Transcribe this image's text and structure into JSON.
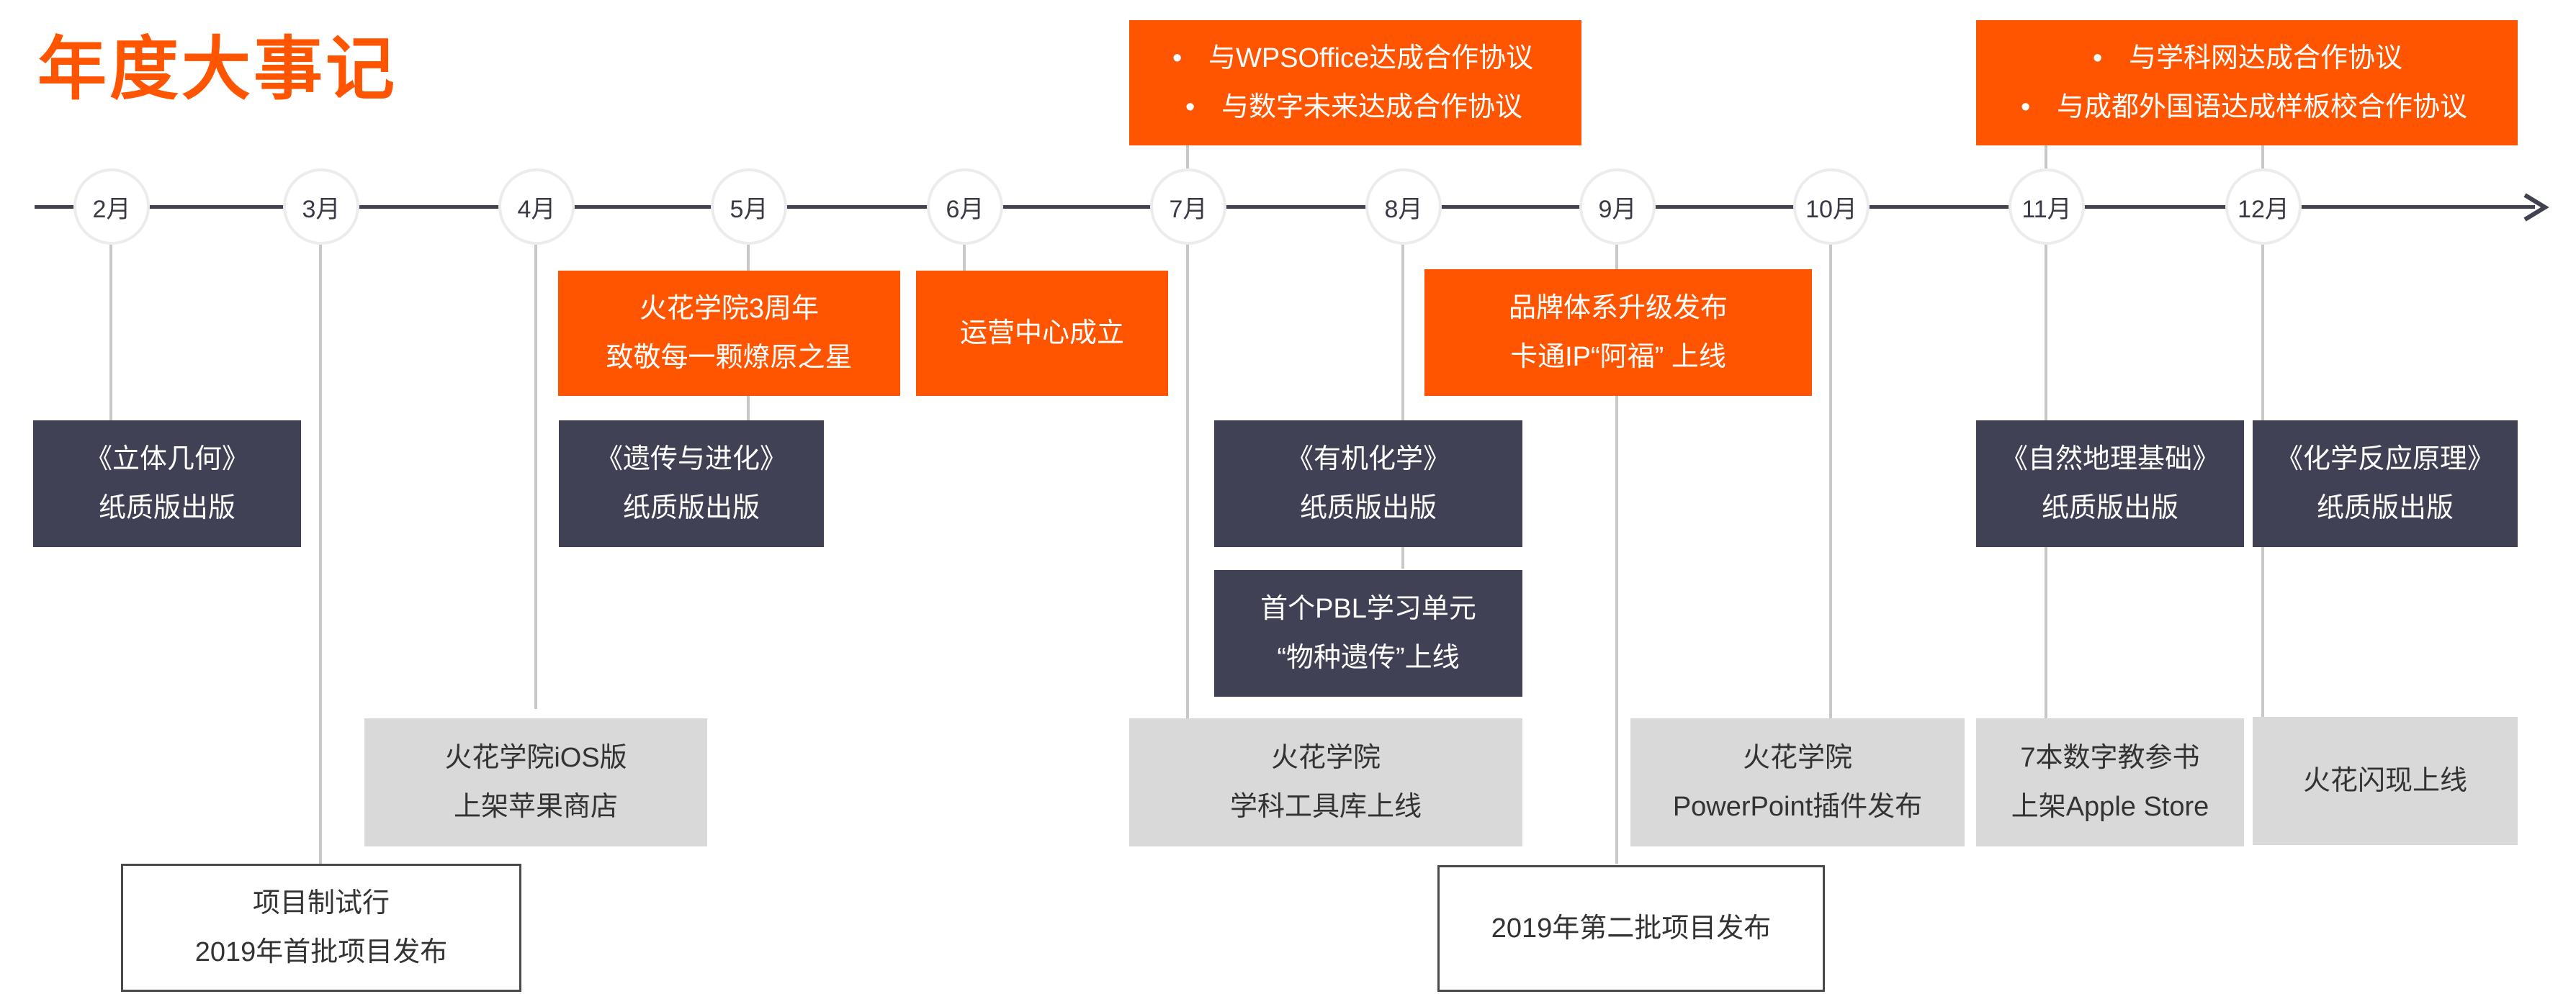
{
  "title": "年度大事记",
  "colors": {
    "accent": "#ff5500",
    "dark_box": "#414155",
    "grey_box": "#d9d9d9",
    "axis": "#41424f"
  },
  "months": [
    "2月",
    "3月",
    "4月",
    "5月",
    "6月",
    "7月",
    "8月",
    "9月",
    "10月",
    "11月",
    "12月"
  ],
  "events": {
    "feb_book": [
      "《立体几何》",
      "纸质版出版"
    ],
    "mar_pilot": [
      "项目制试行",
      "2019年首批项目发布"
    ],
    "apr_ios": [
      "火花学院iOS版",
      "上架苹果商店"
    ],
    "may_anniversary": [
      "火花学院3周年",
      "致敬每一颗燎原之星"
    ],
    "may_book": [
      "《遗传与进化》",
      "纸质版出版"
    ],
    "jun_ops": [
      "运营中心成立"
    ],
    "jul_partners": [
      "与WPSOffice达成合作协议",
      "与数字未来达成合作协议"
    ],
    "jul_toolbox": [
      "火花学院",
      "学科工具库上线"
    ],
    "aug_book": [
      "《有机化学》",
      "纸质版出版"
    ],
    "aug_pbl": [
      "首个PBL学习单元",
      "“物种遗传”上线"
    ],
    "sep_brand": [
      "品牌体系升级发布",
      "卡通IP“阿福” 上线"
    ],
    "sep_batch": [
      "2019年第二批项目发布"
    ],
    "oct_plugin": [
      "火花学院",
      "PowerPoint插件发布"
    ],
    "nov_partners": [
      "与学科网达成合作协议",
      "与成都外国语达成样板校合作协议"
    ],
    "nov_book": [
      "《自然地理基础》",
      "纸质版出版"
    ],
    "nov_ebooks": [
      "7本数字教参书",
      "上架Apple Store"
    ],
    "dec_book": [
      "《化学反应原理》",
      "纸质版出版"
    ],
    "dec_flash": [
      "火花闪现上线"
    ]
  }
}
